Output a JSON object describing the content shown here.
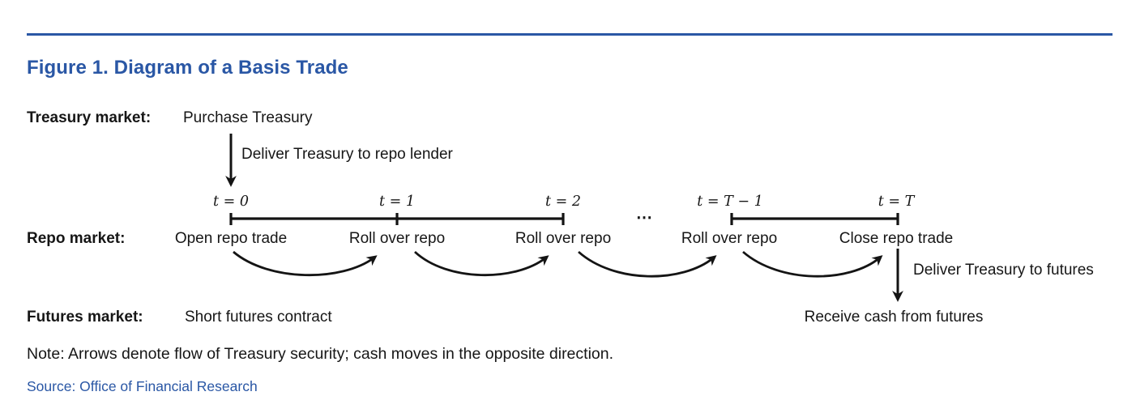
{
  "figure": {
    "title": "Figure 1. Diagram of a Basis Trade",
    "note": "Note: Arrows denote flow of Treasury security; cash moves in the opposite direction.",
    "source": "Source: Office of Financial Research"
  },
  "treasury_row": {
    "label": "Treasury market:",
    "action": "Purchase Treasury",
    "flow_down": "Deliver Treasury to repo lender"
  },
  "repo_row": {
    "label": "Repo market:",
    "events": [
      "Open repo trade",
      "Roll over repo",
      "Roll over repo",
      "Roll over repo",
      "Close repo trade"
    ]
  },
  "futures_row": {
    "label": "Futures market:",
    "action": "Short futures contract",
    "flow_down": "Deliver Treasury to futures",
    "receive": "Receive cash from futures"
  },
  "timeline": {
    "tick_labels": [
      "t = 0",
      "t = 1",
      "t = 2",
      "t = T − 1",
      "t = T"
    ],
    "ellipsis": "⋯"
  },
  "colors": {
    "accent_blue": "#2A57A5",
    "text_black": "#161616",
    "line_black": "#141414"
  }
}
